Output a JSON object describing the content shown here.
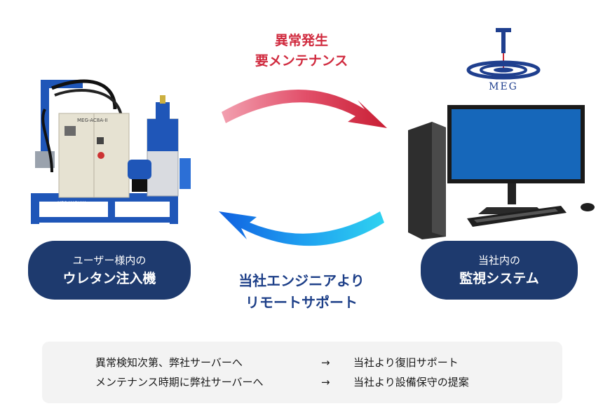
{
  "top_label": {
    "line1": "異常発生",
    "line2": "要メンテナンス"
  },
  "bottom_label": {
    "line1": "当社エンジニアより",
    "line2": "リモートサポート"
  },
  "left_machine": {
    "pill_line1": "ユーザー様内の",
    "pill_line2": "ウレタン注入機",
    "panel_text": "MEG-AC8A-II",
    "base_text": "MEG MARUKA"
  },
  "right_system": {
    "pill_line1": "当社内の",
    "pill_line2": "監視システム"
  },
  "logo": {
    "text": "MEG"
  },
  "note": {
    "rows": [
      {
        "from": "異常検知次第、弊社サーバーへ",
        "arrow": "→",
        "to": "当社より復旧サポート"
      },
      {
        "from": "メンテナンス時期に弊社サーバーへ",
        "arrow": "→",
        "to": "当社より設備保守の提案"
      }
    ]
  },
  "colors": {
    "accent_red": "#d02a3e",
    "accent_blue": "#1f8fe8",
    "pill_navy": "#1e3a6e",
    "text_blue": "#1d3f88",
    "note_bg": "#f3f3f3"
  }
}
